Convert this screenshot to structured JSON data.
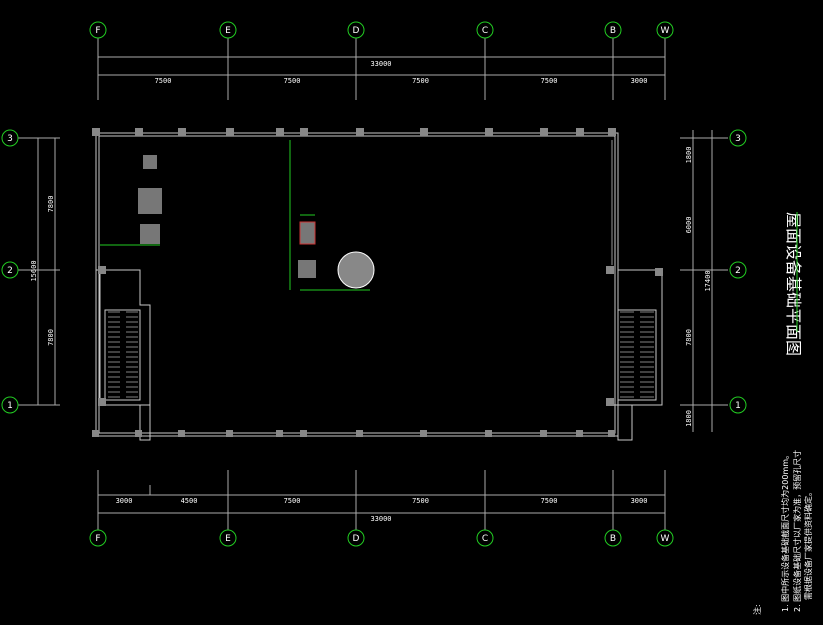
{
  "title": "屋面设备基础平面图",
  "axes_x": [
    "F",
    "E",
    "D",
    "C",
    "B",
    "W"
  ],
  "axes_y": [
    "3",
    "2",
    "1"
  ],
  "dims_top": {
    "total": "33000",
    "segments": [
      "7500",
      "7500",
      "7500",
      "7500",
      "3000"
    ]
  },
  "dims_bottom": {
    "total": "33000",
    "segments": [
      "3000",
      "4500",
      "7500",
      "7500",
      "7500",
      "3000"
    ]
  },
  "dims_left": {
    "total": "15600",
    "segments": [
      "7800",
      "7800"
    ]
  },
  "dims_right": {
    "total": "17400",
    "segments": [
      "1800",
      "6000",
      "7800",
      "1800"
    ]
  },
  "notes": {
    "label": "注:",
    "items": [
      "1. 图中所示设备基础截面尺寸均为200mm。",
      "2. 图纸设备基础尺寸以厂家为准，预留孔尺寸",
      "需根据设备厂家提供资料确定。"
    ]
  },
  "colors": {
    "line": "#c8c8c8",
    "axis": "#22cc22",
    "bg": "#000000"
  }
}
